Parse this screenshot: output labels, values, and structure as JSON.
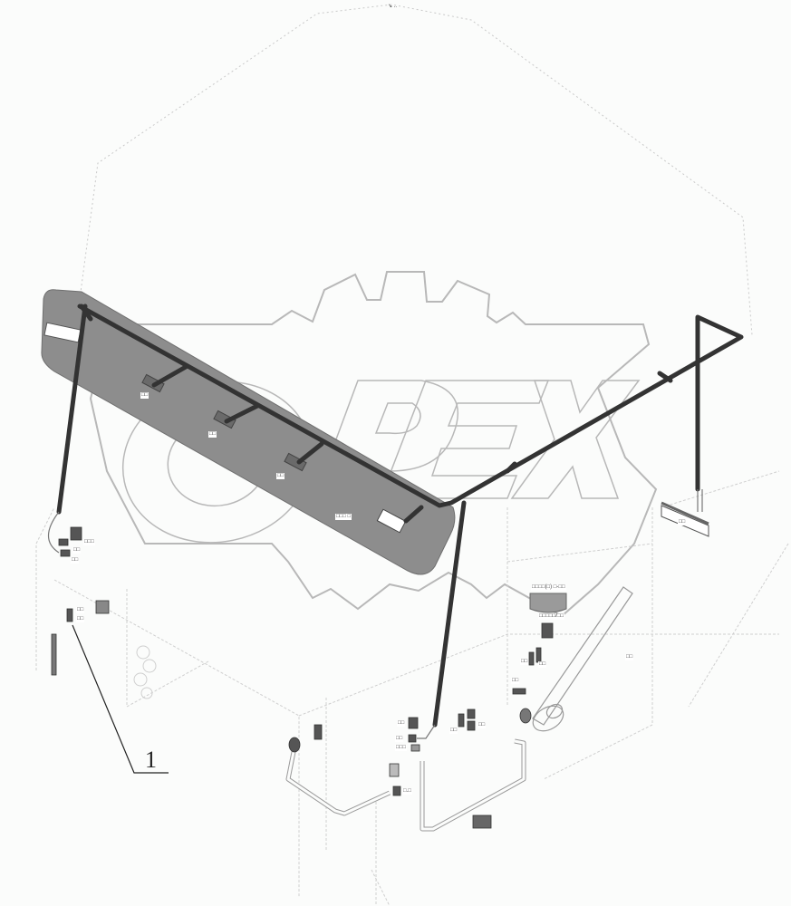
{
  "diagram": {
    "type": "wiring harness parts diagram (isometric, cab roof / dashboard)",
    "background_color": "#fbfcfb",
    "harness_color": "#333333",
    "panel_color": "#8a8a8a",
    "watermark": {
      "text": "OPEX",
      "style": "outlined letters inside gear outline",
      "color": "#b9b9b9"
    },
    "top_mark": "↘ ..",
    "callouts": [
      {
        "number": "1",
        "target": "switch connector on left dashboard panel"
      }
    ],
    "panel_labels": [
      {
        "id": "p1",
        "text": "□□",
        "note": "connector label on panel, first lamp"
      },
      {
        "id": "p2",
        "text": "□□",
        "note": "connector label on panel, second lamp"
      },
      {
        "id": "p3",
        "text": "□□",
        "note": "connector label on panel, third lamp"
      },
      {
        "id": "p4",
        "text": "□□□  □",
        "note": "connector label on panel, end lamp"
      }
    ],
    "connector_labels": [
      {
        "id": "c_left_1",
        "text": "□□□"
      },
      {
        "id": "c_left_2",
        "text": "□□"
      },
      {
        "id": "c_left_3",
        "text": "□□"
      },
      {
        "id": "c_dash_1",
        "text": "□□"
      },
      {
        "id": "c_dash_2",
        "text": "□□"
      },
      {
        "id": "c_mid_1",
        "text": "□□"
      },
      {
        "id": "c_mid_2",
        "text": "□□"
      },
      {
        "id": "c_mid_3",
        "text": "□□□"
      },
      {
        "id": "c_mid_4",
        "text": "□□"
      },
      {
        "id": "c_mid_5",
        "text": "□□"
      },
      {
        "id": "c_low_1",
        "text": "□.□"
      },
      {
        "id": "c_right_1",
        "text": "□□□□(□)  □-□□"
      },
      {
        "id": "c_right_2",
        "text": "□□□□□/□□"
      },
      {
        "id": "c_right_3",
        "text": "□□"
      },
      {
        "id": "c_right_4",
        "text": "□□"
      },
      {
        "id": "c_right_5",
        "text": "□□"
      },
      {
        "id": "c_far_right",
        "text": "□□"
      },
      {
        "id": "c_box",
        "text": "□□"
      }
    ]
  }
}
